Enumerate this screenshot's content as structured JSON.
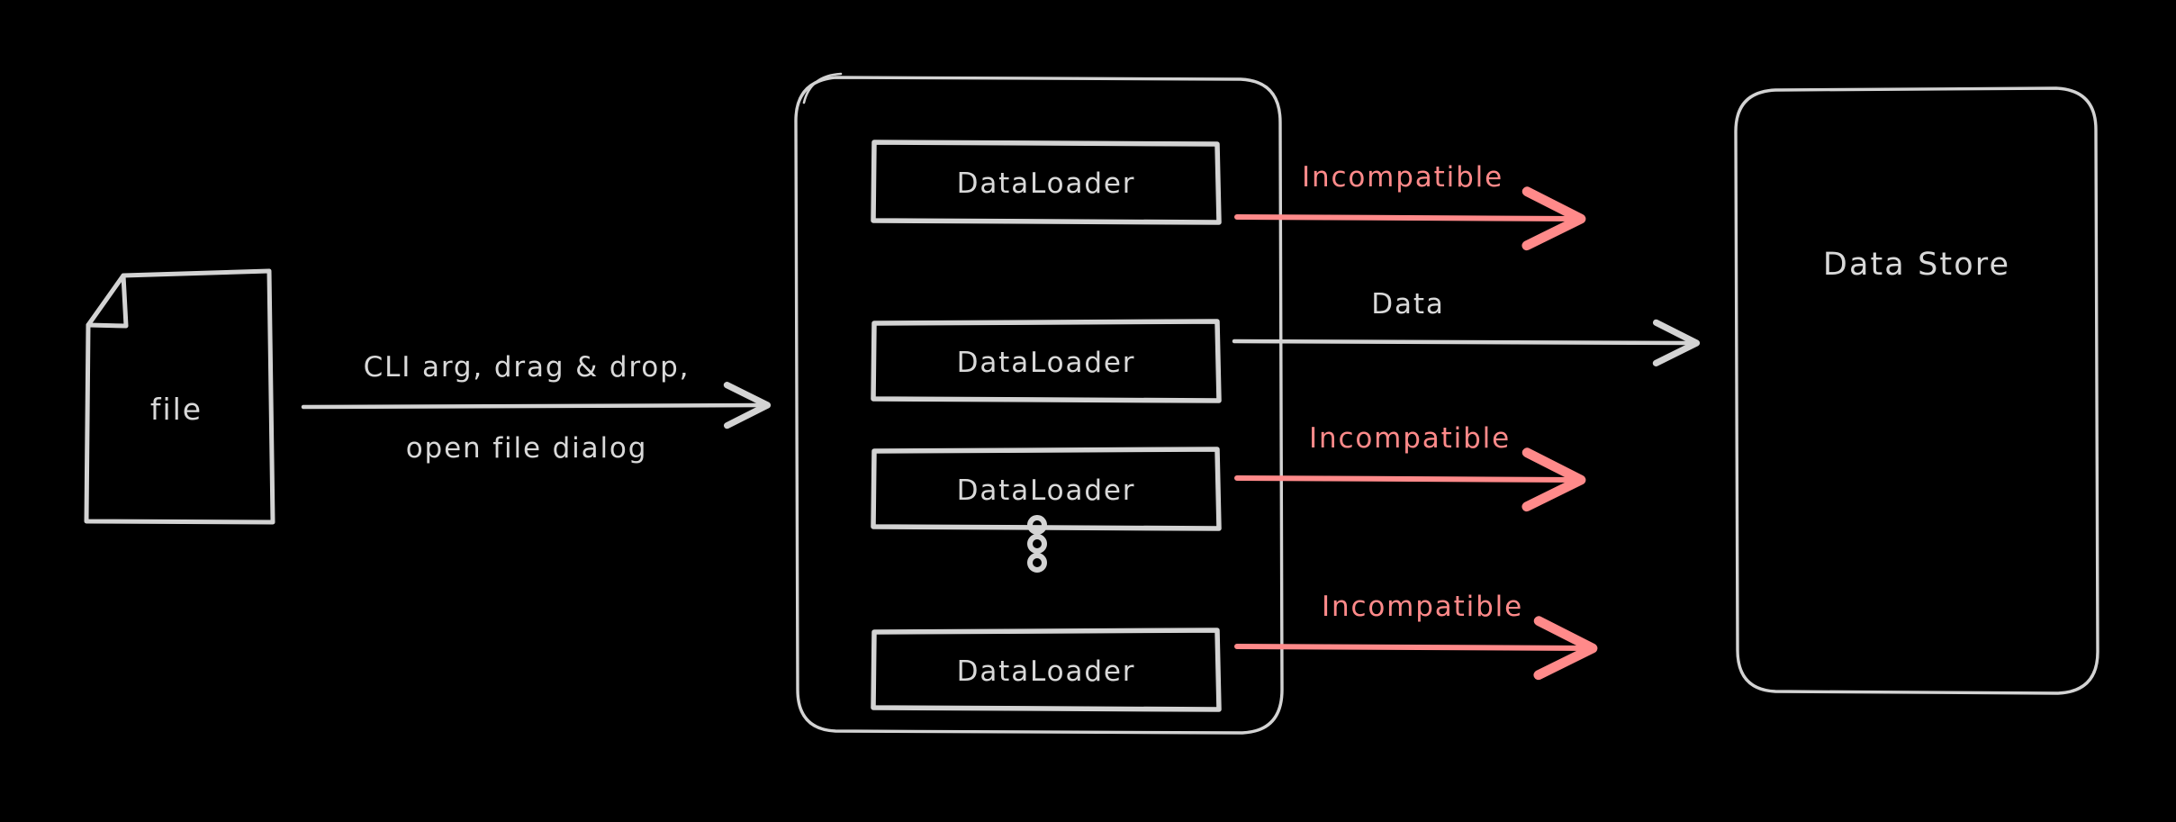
{
  "diagram": {
    "title": "file to DataLoader to Data Store flow",
    "background_color": "#000000",
    "stroke_color": "#d3d3d3",
    "accent_color": "#ff8a8a"
  },
  "source": {
    "node_label": "file",
    "node_type": "document-file-shape"
  },
  "input_edge": {
    "label_line1": "CLI arg, drag & drop,",
    "label_line2": "open file dialog",
    "color": "#d3d3d3"
  },
  "loader_group": {
    "container_label": "",
    "loaders": [
      {
        "label": "DataLoader"
      },
      {
        "label": "DataLoader"
      },
      {
        "label": "DataLoader"
      },
      {
        "label": "DataLoader"
      }
    ],
    "ellipsis": "vertical-dots"
  },
  "output_edges": [
    {
      "label": "Incompatible",
      "color": "#ff8a8a",
      "status": "incompatible"
    },
    {
      "label": "Data",
      "color": "#d3d3d3",
      "status": "ok"
    },
    {
      "label": "Incompatible",
      "color": "#ff8a8a",
      "status": "incompatible"
    },
    {
      "label": "Incompatible",
      "color": "#ff8a8a",
      "status": "incompatible"
    }
  ],
  "destination": {
    "node_label": "Data Store"
  }
}
